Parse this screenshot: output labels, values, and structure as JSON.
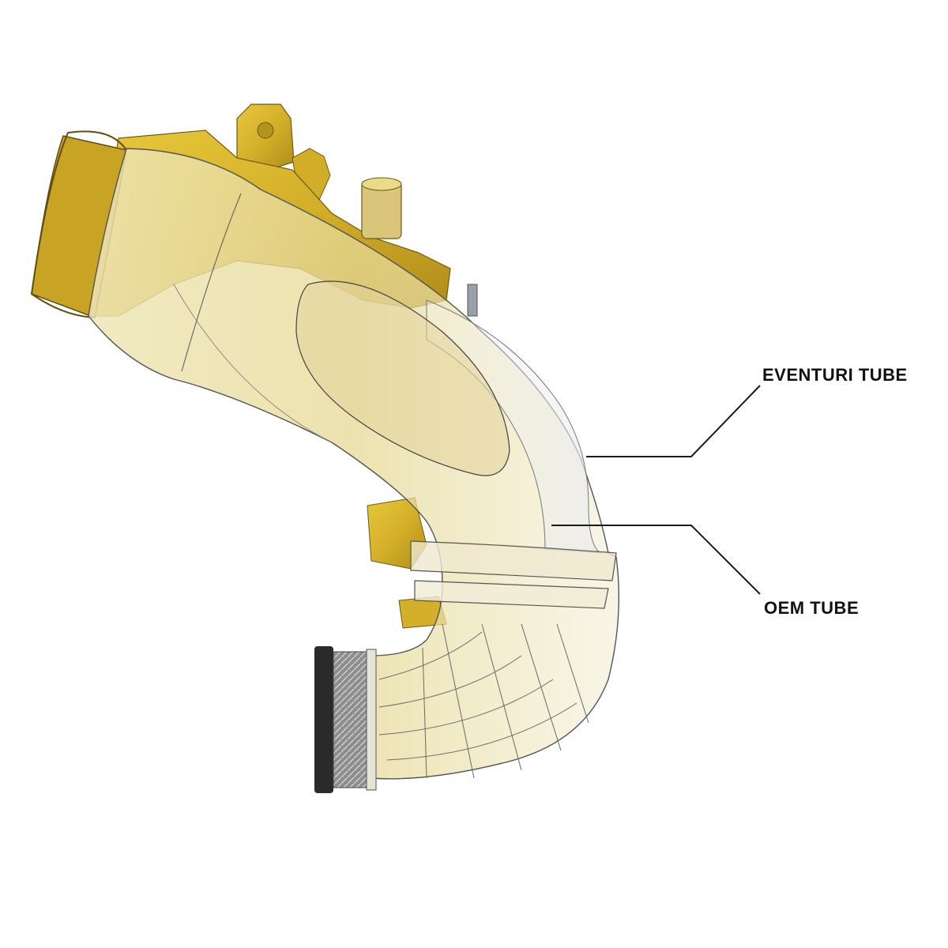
{
  "labels": {
    "eventuri": "EVENTURI TUBE",
    "oem": "OEM TUBE"
  },
  "colors": {
    "background": "#ffffff",
    "gold": "#d4b02a",
    "gold_dark": "#a88418",
    "gold_light": "#eadb8a",
    "translucent": "#e9e3c2",
    "outline": "#333333",
    "leader": "#1a1a1a",
    "coupler": "#2a2a2a"
  },
  "icons": {
    "diagram": "intake-tube-cutaway"
  }
}
